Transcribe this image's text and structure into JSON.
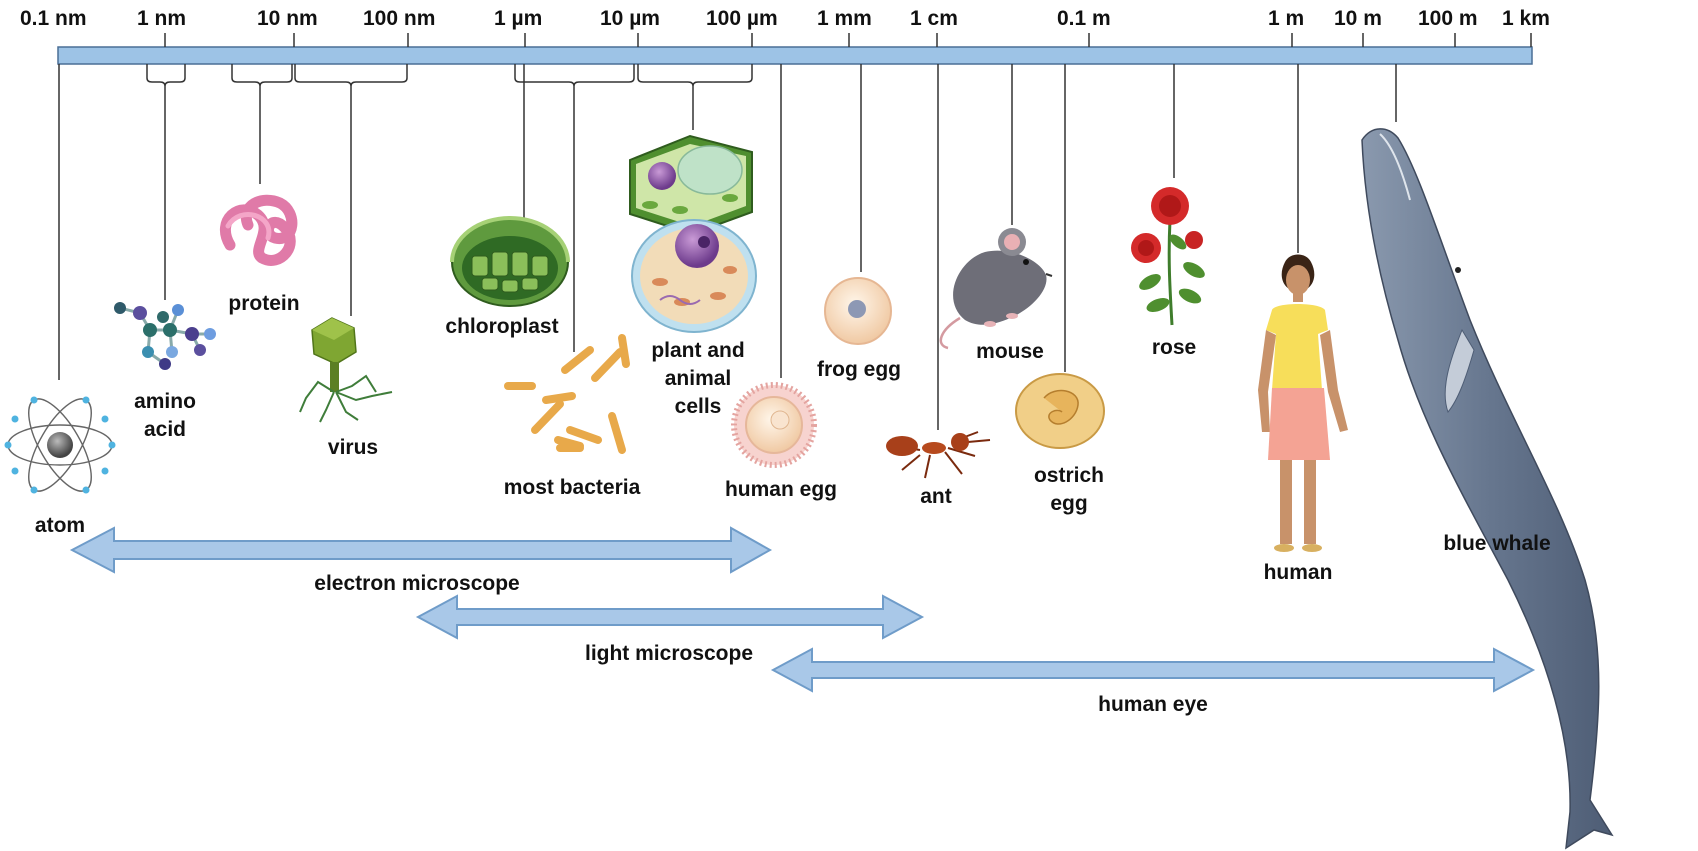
{
  "scale": {
    "ticks": [
      "0.1 nm",
      "1 nm",
      "10 nm",
      "100 nm",
      "1 µm",
      "10 µm",
      "100 µm",
      "1 mm",
      "1 cm",
      "0.1 m",
      "1 m",
      "10 m",
      "100 m",
      "1 km"
    ]
  },
  "objects": {
    "atom": "atom",
    "amino_acid_line1": "amino",
    "amino_acid_line2": "acid",
    "protein": "protein",
    "virus": "virus",
    "chloroplast": "chloroplast",
    "most_bacteria": "most bacteria",
    "cells_line1": "plant and",
    "cells_line2": "animal",
    "cells_line3": "cells",
    "human_egg": "human egg",
    "frog_egg": "frog egg",
    "ant": "ant",
    "mouse": "mouse",
    "ostrich_egg_line1": "ostrich",
    "ostrich_egg_line2": "egg",
    "rose": "rose",
    "human": "human",
    "blue_whale": "blue whale"
  },
  "ranges": {
    "electron_microscope": "electron microscope",
    "light_microscope": "light microscope",
    "human_eye": "human eye"
  },
  "colors": {
    "scale_bar": "#9dc3e6",
    "arrow_fill": "#a9c8e8",
    "arrow_stroke": "#6f9cc9",
    "line": "#333333"
  },
  "icons": [
    "atom-icon",
    "amino-acid-icon",
    "protein-icon",
    "virus-icon",
    "chloroplast-icon",
    "bacteria-icon",
    "plant-cell-icon",
    "animal-cell-icon",
    "human-egg-icon",
    "frog-egg-icon",
    "ant-icon",
    "mouse-icon",
    "ostrich-egg-icon",
    "rose-icon",
    "human-figure-icon",
    "blue-whale-icon"
  ]
}
